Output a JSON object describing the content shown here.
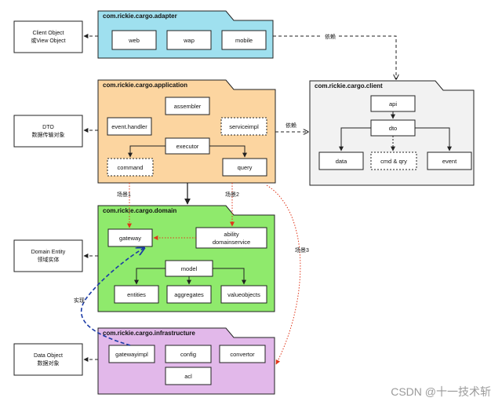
{
  "packages": {
    "adapter": {
      "title": "com.rickie.cargo.adapter",
      "fill": "#9fe0ef",
      "boxes": [
        "web",
        "wap",
        "mobile"
      ]
    },
    "application": {
      "title": "com.rickie.cargo.application",
      "fill": "#fcd5a0",
      "boxes": {
        "assembler": "assembler",
        "event_handler": "event.handler",
        "serviceimpl": "serviceimpl",
        "executor": "executor",
        "command": "command",
        "query": "query"
      }
    },
    "client": {
      "title": "com.rickie.cargo.client",
      "fill": "#f2f2f2",
      "boxes": {
        "api": "api",
        "dto": "dto",
        "data": "data",
        "cmd_qry": "cmd & qry",
        "event": "event"
      }
    },
    "domain": {
      "title": "com.rickie.cargo.domain",
      "fill": "#8fea6c",
      "boxes": {
        "gateway": "gateway",
        "ability_line1": "ability",
        "ability_line2": "domainservice",
        "model": "model",
        "entities": "entities",
        "aggregates": "aggregates",
        "valueobjects": "valueobjects"
      }
    },
    "infrastructure": {
      "title": "com.rickie.cargo.infrastructure",
      "fill": "#e2b8ea",
      "boxes": {
        "gatewayimpl": "gatewayimpl",
        "config": "config",
        "convertor": "convertor",
        "acl": "acl"
      }
    }
  },
  "side_objects": [
    {
      "line1": "Client Object",
      "line2": "或View Object"
    },
    {
      "line1": "DTO",
      "line2": "数据传输对象"
    },
    {
      "line1": "Domain Entity",
      "line2": "领域实体"
    },
    {
      "line1": "Data Object",
      "line2": "数据对象"
    }
  ],
  "edge_labels": {
    "depend_top": "依赖",
    "depend_mid": "依赖",
    "scene1": "场景1",
    "scene2": "场景2",
    "scene3": "场景3",
    "implement": "实现"
  },
  "watermark": "CSDN @十一技术斩"
}
